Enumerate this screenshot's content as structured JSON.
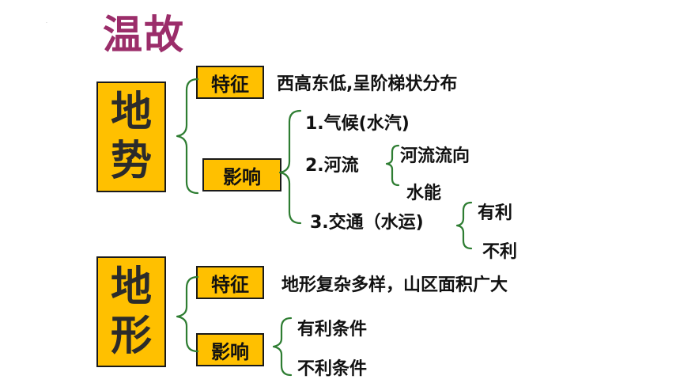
{
  "title": "温故",
  "terrain": {
    "label_chars": [
      "地",
      "势"
    ],
    "feature_label": "特征",
    "feature_text": "西高东低,呈阶梯状分布",
    "influence_label": "影响",
    "influence_items": {
      "climate": "1.气候(水汽)",
      "rivers": "2.河流",
      "river_subitems": [
        "河流流向",
        "水能"
      ],
      "traffic": "3.交通（水运)",
      "traffic_subitems": [
        "有利",
        "不利"
      ]
    }
  },
  "landform": {
    "label_chars": [
      "地",
      "形"
    ],
    "feature_label": "特征",
    "feature_text": "地形复杂多样，山区面积广大",
    "influence_label": "影响",
    "influence_items": [
      "有利条件",
      "不利条件"
    ]
  },
  "colors": {
    "title": "#9b2d6a",
    "box_fill": "#ffc000",
    "brace": "#2e7d32"
  }
}
